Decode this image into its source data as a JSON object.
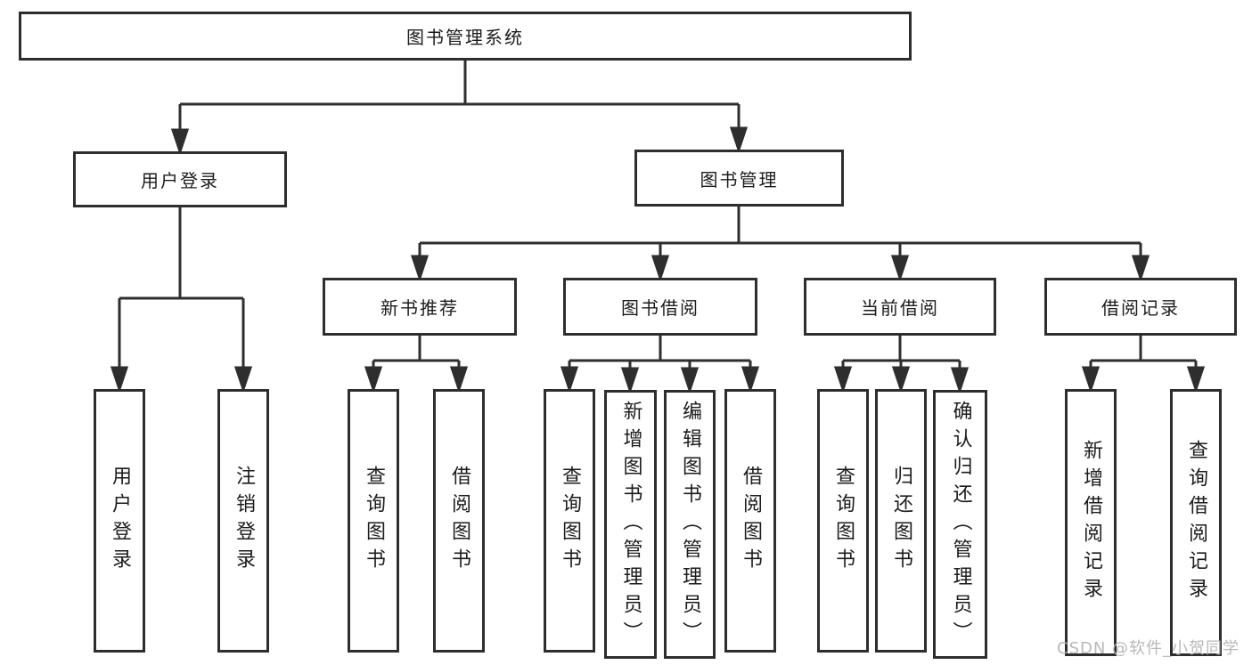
{
  "tree": {
    "label": "图书管理系统",
    "children": [
      {
        "label": "用户登录",
        "children": [
          {
            "label": "用户登录"
          },
          {
            "label": "注销登录"
          }
        ]
      },
      {
        "label": "图书管理",
        "children": [
          {
            "label": "新书推荐",
            "children": [
              {
                "label": "查询图书"
              },
              {
                "label": "借阅图书"
              }
            ]
          },
          {
            "label": "图书借阅",
            "children": [
              {
                "label": "查询图书"
              },
              {
                "label": "新增图书（管理员）"
              },
              {
                "label": "编辑图书（管理员）"
              },
              {
                "label": "借阅图书"
              }
            ]
          },
          {
            "label": "当前借阅",
            "children": [
              {
                "label": "查询图书"
              },
              {
                "label": "归还图书"
              },
              {
                "label": "确认归还（管理员）"
              }
            ]
          },
          {
            "label": "借阅记录",
            "children": [
              {
                "label": "新增借阅记录"
              },
              {
                "label": "查询借阅记录"
              }
            ]
          }
        ]
      }
    ]
  },
  "watermark": {
    "text": "CSDN @软件_小贺同学"
  },
  "colors": {
    "line": "#2e2e2e",
    "node_border": "#2e2e2e",
    "node_background": "#ffffff",
    "text": "#1c1c1c",
    "watermark": "#b9b9b9",
    "page_background": "#ffffff"
  }
}
